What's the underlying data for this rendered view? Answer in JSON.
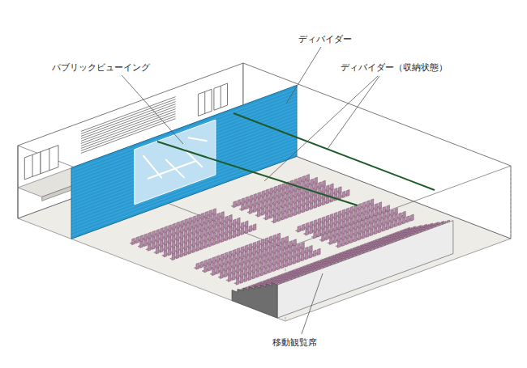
{
  "diagram": {
    "labels": [
      "ディバイダー",
      "パブリックビューイング",
      "ディバイダー（収納状態）",
      "移動観覧席"
    ]
  }
}
